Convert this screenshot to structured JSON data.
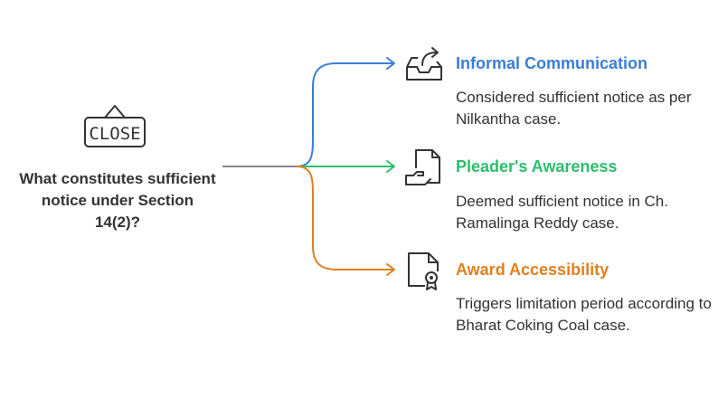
{
  "root": {
    "icon": "close-sign-icon",
    "sign_text": "CLOSE",
    "question": "What constitutes sufficient notice under Section 14(2)?"
  },
  "branches": [
    {
      "icon": "inbox-share-icon",
      "title": "Informal Communication",
      "description": "Considered sufficient notice as per Nilkantha case.",
      "color": "#3B7DD8"
    },
    {
      "icon": "document-hand-icon",
      "title": "Pleader's Awareness",
      "description": "Deemed sufficient notice in Ch. Ramalinga Reddy case.",
      "color": "#2DBE6C"
    },
    {
      "icon": "certificate-document-icon",
      "title": "Award Accessibility",
      "description": "Triggers limitation period according to Bharat Coking Coal case.",
      "color": "#E07F1F"
    }
  ],
  "colors": {
    "trunk": "#888888",
    "text": "#333333",
    "icon_stroke": "#333333"
  }
}
